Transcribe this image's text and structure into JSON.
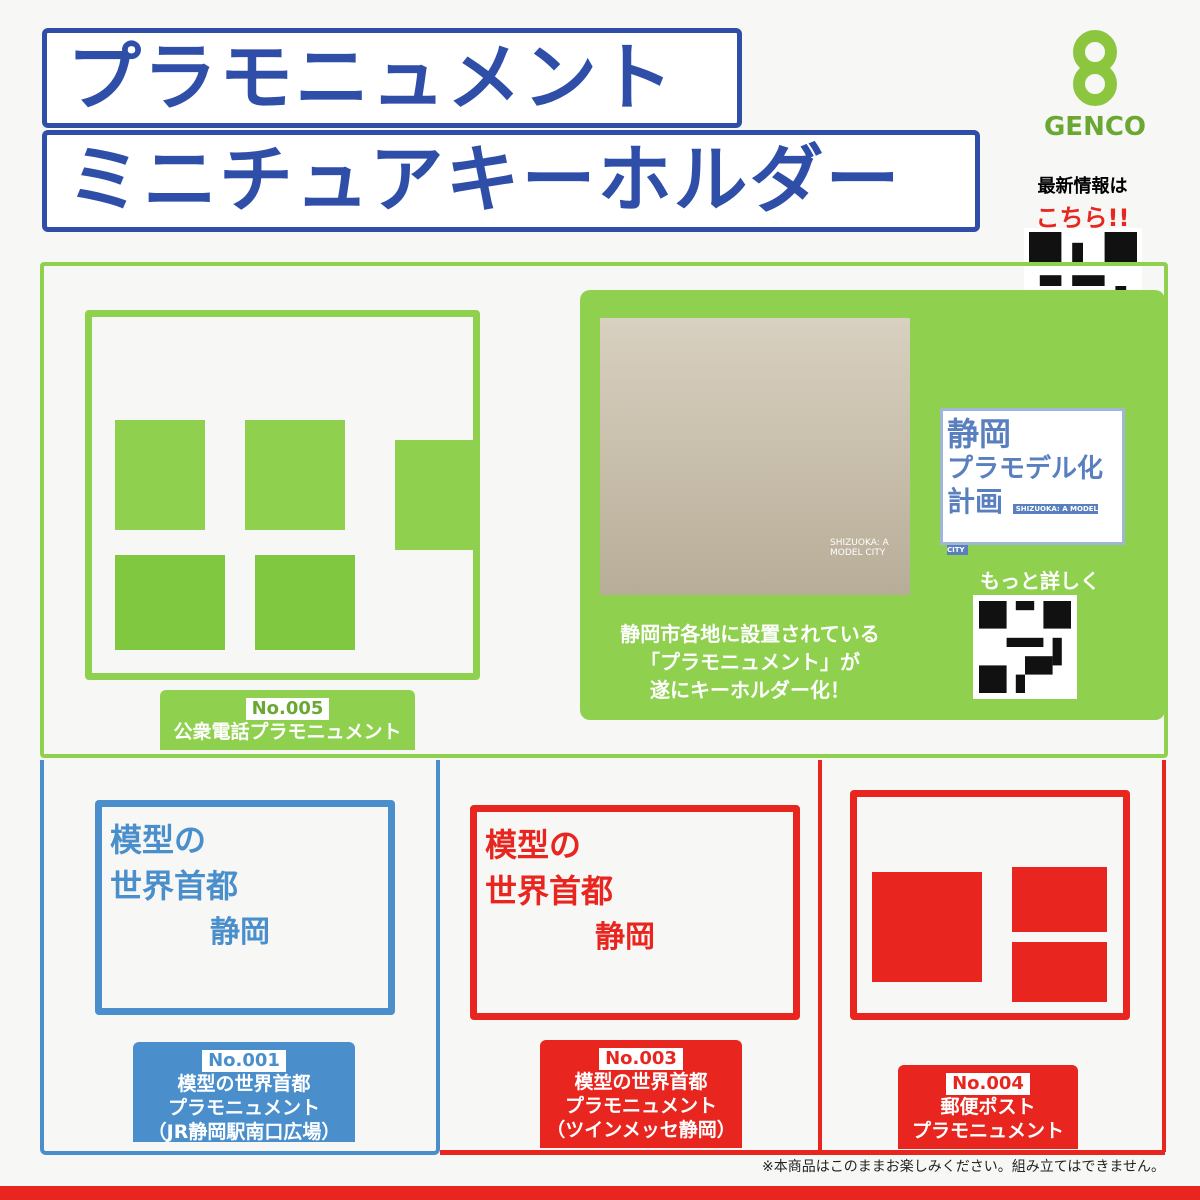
{
  "title": {
    "line1": "プラモニュメント",
    "line2": "ミニチュアキーホルダー"
  },
  "brand": {
    "name": "GENCO",
    "color": "#8cc63f"
  },
  "latest_info": {
    "line1": "最新情報は",
    "line2": "こちら!!"
  },
  "colors": {
    "green": "#8fd14f",
    "blue": "#4a8fcc",
    "red": "#e8261f",
    "title_blue": "#2f4ea8"
  },
  "promo": {
    "line1": "静岡市各地に設置されている",
    "line2": "「プラモニュメント」が",
    "line3": "遂にキーホルダー化！",
    "more": "もっと詳しく",
    "logo_line1": "静岡",
    "logo_line2": "プラモデル化",
    "logo_line3": "計画",
    "logo_sub": "SHIZUOKA: A MODEL CITY",
    "photo_caption": "SHIZUOKA: A MODEL CITY"
  },
  "items": [
    {
      "no": "No.005",
      "name": "公衆電話プラモニュメント"
    },
    {
      "no": "No.001",
      "name": "模型の世界首都",
      "name2": "プラモニュメント",
      "name3": "（JR静岡駅南口広場）"
    },
    {
      "no": "No.003",
      "name": "模型の世界首都",
      "name2": "プラモニュメント",
      "name3": "（ツインメッセ静岡）"
    },
    {
      "no": "No.004",
      "name": "郵便ポスト",
      "name2": "プラモニュメント"
    }
  ],
  "sprue_text": {
    "a": "模型の",
    "b": "世界首都",
    "c": "静岡"
  },
  "footnote": "※本商品はこのままお楽しみください。組み立てはできません。"
}
